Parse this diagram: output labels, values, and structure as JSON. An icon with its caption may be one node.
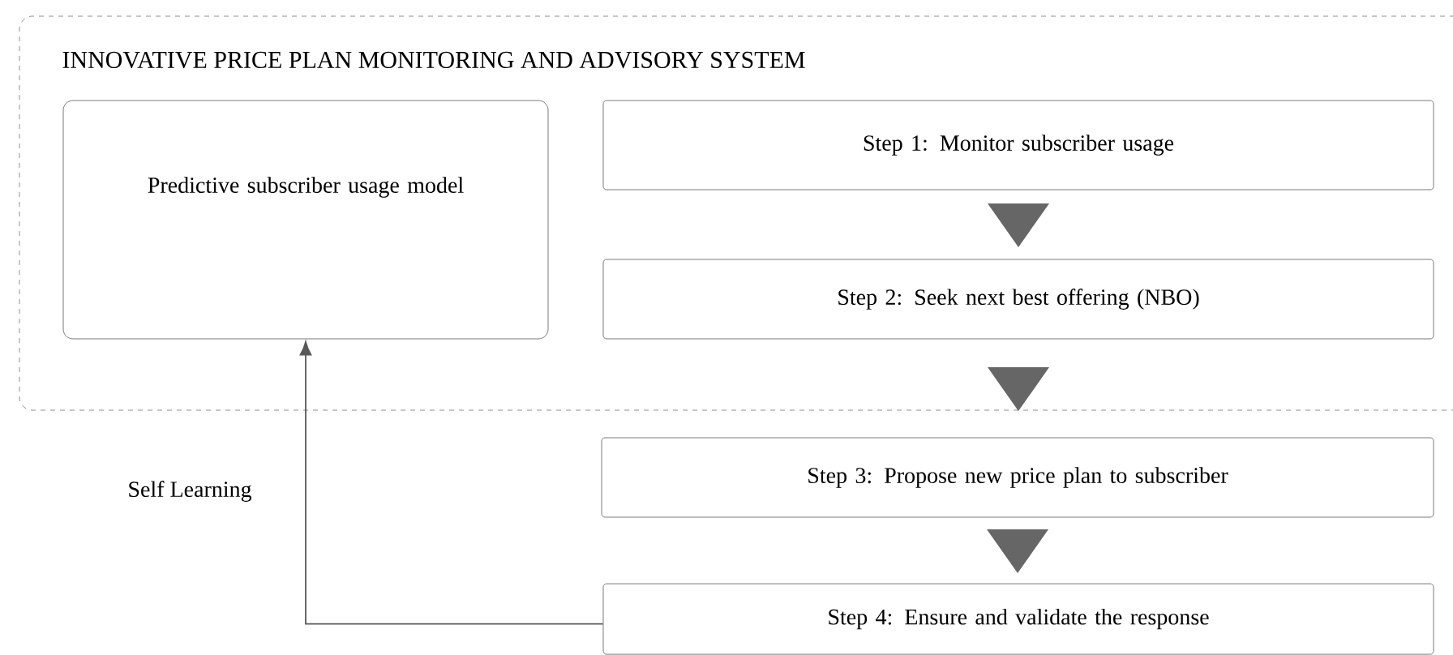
{
  "diagram": {
    "nodes": [
      {
        "text": [
          "INNOVATIVE PRICE PLAN MONITORING AND ADVISORY SYSTEM"
        ]
      },
      {
        "text": [
          "Predictive subscriber usage model"
        ],
        "in": 0
      },
      {
        "text": [
          "Step 1: Monitor subscriber usage"
        ],
        "in": 0
      },
      {
        "text": [
          "Step 2: Seek next best offering (NBO)"
        ],
        "in": 0
      },
      {
        "text": [
          "Step 3: Propose new price plan to subscriber"
        ]
      },
      {
        "text": [
          "Step 4: Ensure and validate the response"
        ]
      }
    ],
    "edges": [
      {
        "from": 2,
        "to": 3,
        "arrow": "to"
      },
      {
        "from": 3,
        "to": 4,
        "arrow": "to"
      },
      {
        "from": 4,
        "to": 5,
        "arrow": "to"
      },
      {
        "from": 5,
        "to": 1,
        "arrow": "to",
        "label": "Self Learning"
      }
    ]
  }
}
